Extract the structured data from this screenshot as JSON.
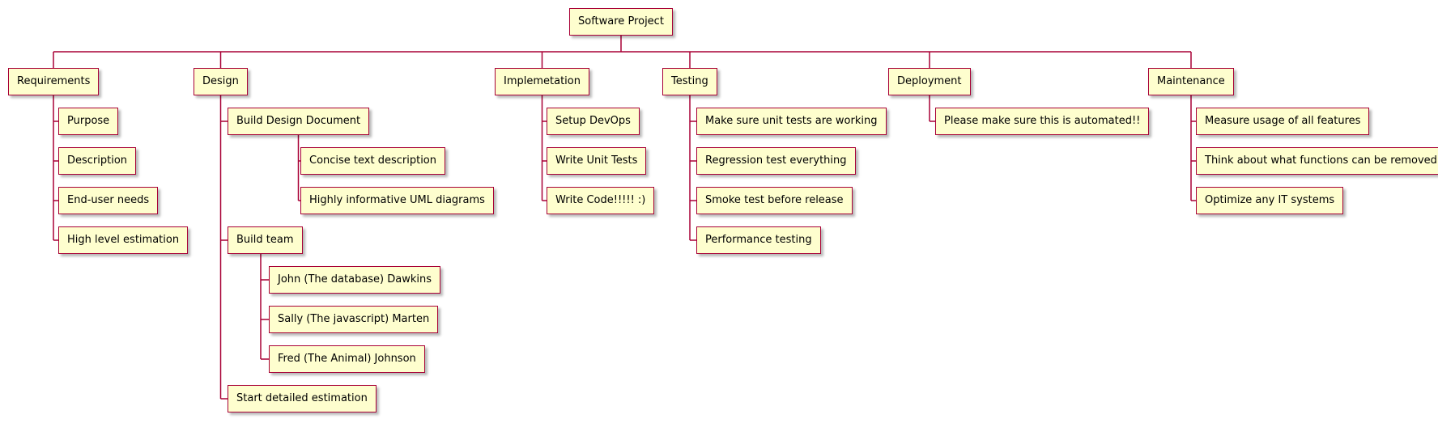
{
  "diagram": {
    "type": "work-breakdown-structure",
    "colors": {
      "node_fill": "#fefece",
      "node_border": "#a80036",
      "connector": "#a80036"
    },
    "root": {
      "label": "Software Project",
      "children": [
        {
          "label": "Requirements",
          "children": [
            {
              "label": "Purpose"
            },
            {
              "label": "Description"
            },
            {
              "label": "End-user needs"
            },
            {
              "label": "High level estimation"
            }
          ]
        },
        {
          "label": "Design",
          "children": [
            {
              "label": "Build Design Document",
              "children": [
                {
                  "label": "Concise text description"
                },
                {
                  "label": "Highly informative UML diagrams"
                }
              ]
            },
            {
              "label": "Build team",
              "children": [
                {
                  "label": "John (The database) Dawkins"
                },
                {
                  "label": "Sally (The javascript) Marten"
                },
                {
                  "label": "Fred (The Animal) Johnson"
                }
              ]
            },
            {
              "label": "Start detailed estimation"
            }
          ]
        },
        {
          "label": "Implemetation",
          "children": [
            {
              "label": "Setup DevOps"
            },
            {
              "label": "Write Unit Tests"
            },
            {
              "label": "Write Code!!!!! :)"
            }
          ]
        },
        {
          "label": "Testing",
          "children": [
            {
              "label": "Make sure unit tests are working"
            },
            {
              "label": "Regression test everything"
            },
            {
              "label": "Smoke test before release"
            },
            {
              "label": "Performance testing"
            }
          ]
        },
        {
          "label": "Deployment",
          "children": [
            {
              "label": "Please make sure this is automated!!"
            }
          ]
        },
        {
          "label": "Maintenance",
          "children": [
            {
              "label": "Measure usage of all features"
            },
            {
              "label": "Think about what functions can be removed"
            },
            {
              "label": "Optimize any IT systems"
            }
          ]
        }
      ]
    }
  }
}
